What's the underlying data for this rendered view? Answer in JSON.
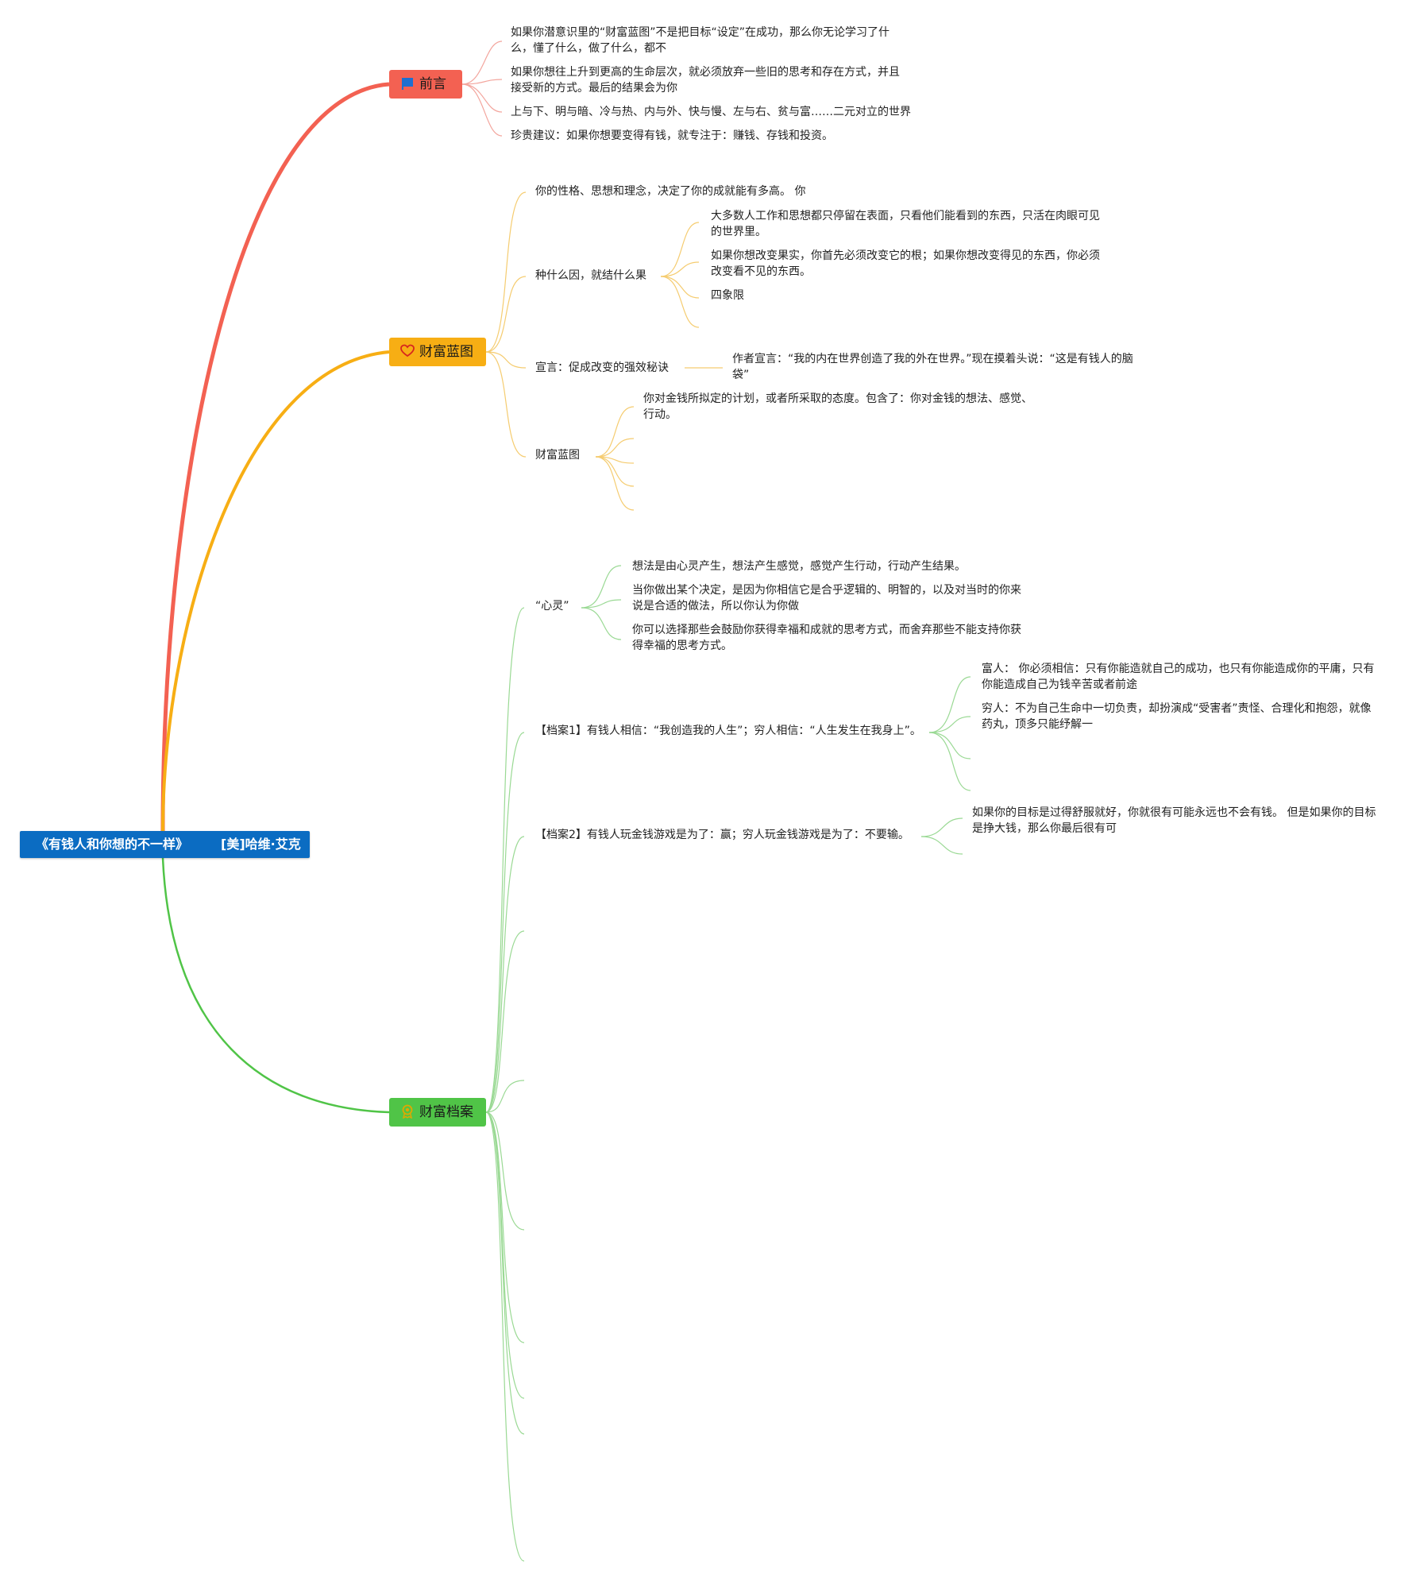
{
  "root": {
    "title": "《有钱人和你想的不一样》",
    "author": "[美]哈维·艾克"
  },
  "branches": {
    "preface": {
      "label": "前言",
      "color": "#f36152",
      "icon": "flag-icon",
      "items": [
        "如果你潜意识里的“财富蓝图”不是把目标“设定”在成功，那么你无论学习了什么，懂了什么，做了什么，都不",
        "如果你想往上升到更高的生命层次，就必须放弃一些旧的思考和存在方式，并且接受新的方式。最后的结果会为你",
        "上与下、明与暗、冷与热、内与外、快与慢、左与右、贫与富……二元对立的世界",
        "珍贵建议：如果你想要变得有钱，就专注于：赚钱、存钱和投资。"
      ]
    },
    "blueprint": {
      "label": "财富蓝图",
      "color": "#f7ae14",
      "icon": "heart-icon",
      "item1": "你的性格、思想和理念，决定了你的成就能有多高。 你",
      "cause": {
        "label": "种什么因，就结什么果",
        "children": [
          "大多数人工作和思想都只停留在表面，只看他们能看到的东西，只活在肉眼可见的世界里。",
          "如果你想改变果实，你首先必须改变它的根；如果你想改变得见的东西，你必须改变看不见的东西。",
          "四象限"
        ]
      },
      "declaration": {
        "label": "宣言：促成改变的强效秘诀",
        "child": "作者宣言：“我的内在世界创造了我的外在世界。”现在摸着头说：“这是有钱人的脑袋”"
      },
      "wealth": {
        "label": "财富蓝图",
        "child": "你对金钱所拟定的计划，或者所采取的态度。包含了：你对金钱的想法、感觉、行动。"
      }
    },
    "files": {
      "label": "财富档案",
      "color": "#50c447",
      "icon": "award-icon",
      "mind": {
        "label": "“心灵”",
        "children": [
          "想法是由心灵产生，想法产生感觉，感觉产生行动，行动产生结果。",
          "当你做出某个决定，是因为你相信它是合乎逻辑的、明智的，以及对当时的你来说是合适的做法，所以你认为你做",
          "你可以选择那些会鼓励你获得幸福和成就的思考方式，而舍弃那些不能支持你获得幸福的思考方式。"
        ]
      },
      "file1": {
        "label": "【档案1】有钱人相信：“我创造我的人生”；穷人相信：“人生发生在我身上”。",
        "children": [
          "富人： 你必须相信：只有你能造就自己的成功，也只有你能造成你的平庸，只有你能造成自己为钱辛苦或者前途",
          "穷人：不为自己生命中一切负责，却扮演成“受害者”责怪、合理化和抱怨，就像药丸，顶多只能纾解一"
        ]
      },
      "file2": {
        "label": "【档案2】有钱人玩金钱游戏是为了：赢；穷人玩金钱游戏是为了：不要输。",
        "child": "如果你的目标是过得舒服就好，你就很有可能永远也不会有钱。 但是如果你的目标是挣大钱，那么你最后很有可"
      }
    }
  }
}
